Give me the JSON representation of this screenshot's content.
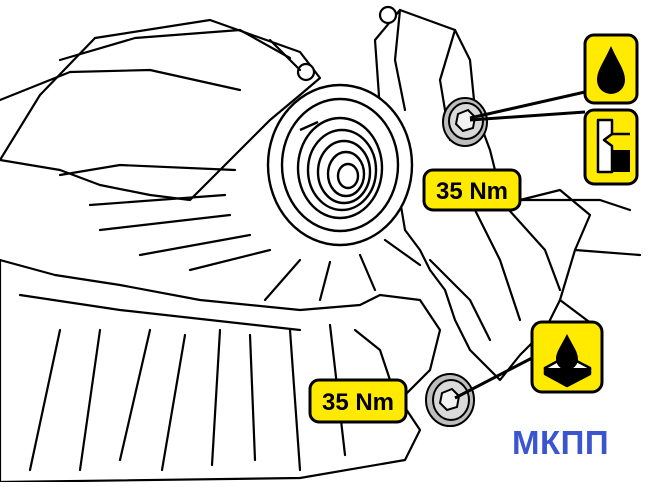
{
  "callouts": {
    "drain_plug_torque": "35 Nm",
    "fill_plug_torque": "35 Nm"
  },
  "caption": {
    "text": "МКПП",
    "color": "#3a55d0"
  },
  "icons": {
    "fill_plug": [
      "oil-drop-icon",
      "fill-level-icon"
    ],
    "drain_plug": [
      "oil-drain-icon"
    ]
  },
  "colors": {
    "label_fill": "#ffea00",
    "line": "#000000"
  }
}
